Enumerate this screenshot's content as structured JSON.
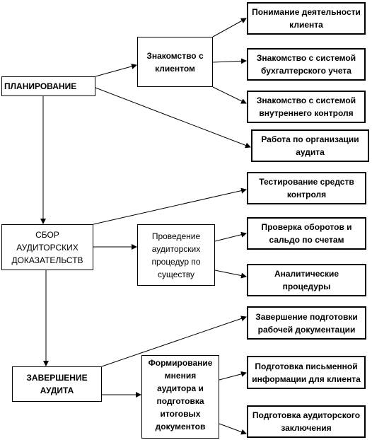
{
  "nodes": {
    "plan": "ПЛАНИРОВАНИЕ",
    "sbor": "СБОР\nАУДИТОРСКИХ\nДОКАЗАТЕЛЬСТВ",
    "zav": "ЗАВЕРШЕНИЕ\nАУДИТА",
    "znak": "Знакомство с\nклиентом",
    "proved": "Проведение\nаудиторских\nпроцедур по\nсуществу",
    "form": "Формирование\nмнения\nаудитора и\nподготовка\nитоговых\nдокументов",
    "ponim": "Понимание деятельности\nклиента",
    "buh": "Знакомство с системой\nбухгалтерского учета",
    "vnutr": "Знакомство с системой\nвнутреннего контроля",
    "rabota": "Работа по организации\nаудита",
    "test": "Тестирование средств\nконтроля",
    "prov": "Проверка оборотов и\nсальдо по счетам",
    "anal": "Аналитические\nпроцедуры",
    "zavpod": "Завершение подготовки\nрабочей документации",
    "pism": "Подготовка письменной\nинформации для клиента",
    "zakl": "Подготовка аудиторского\nзаключения"
  }
}
